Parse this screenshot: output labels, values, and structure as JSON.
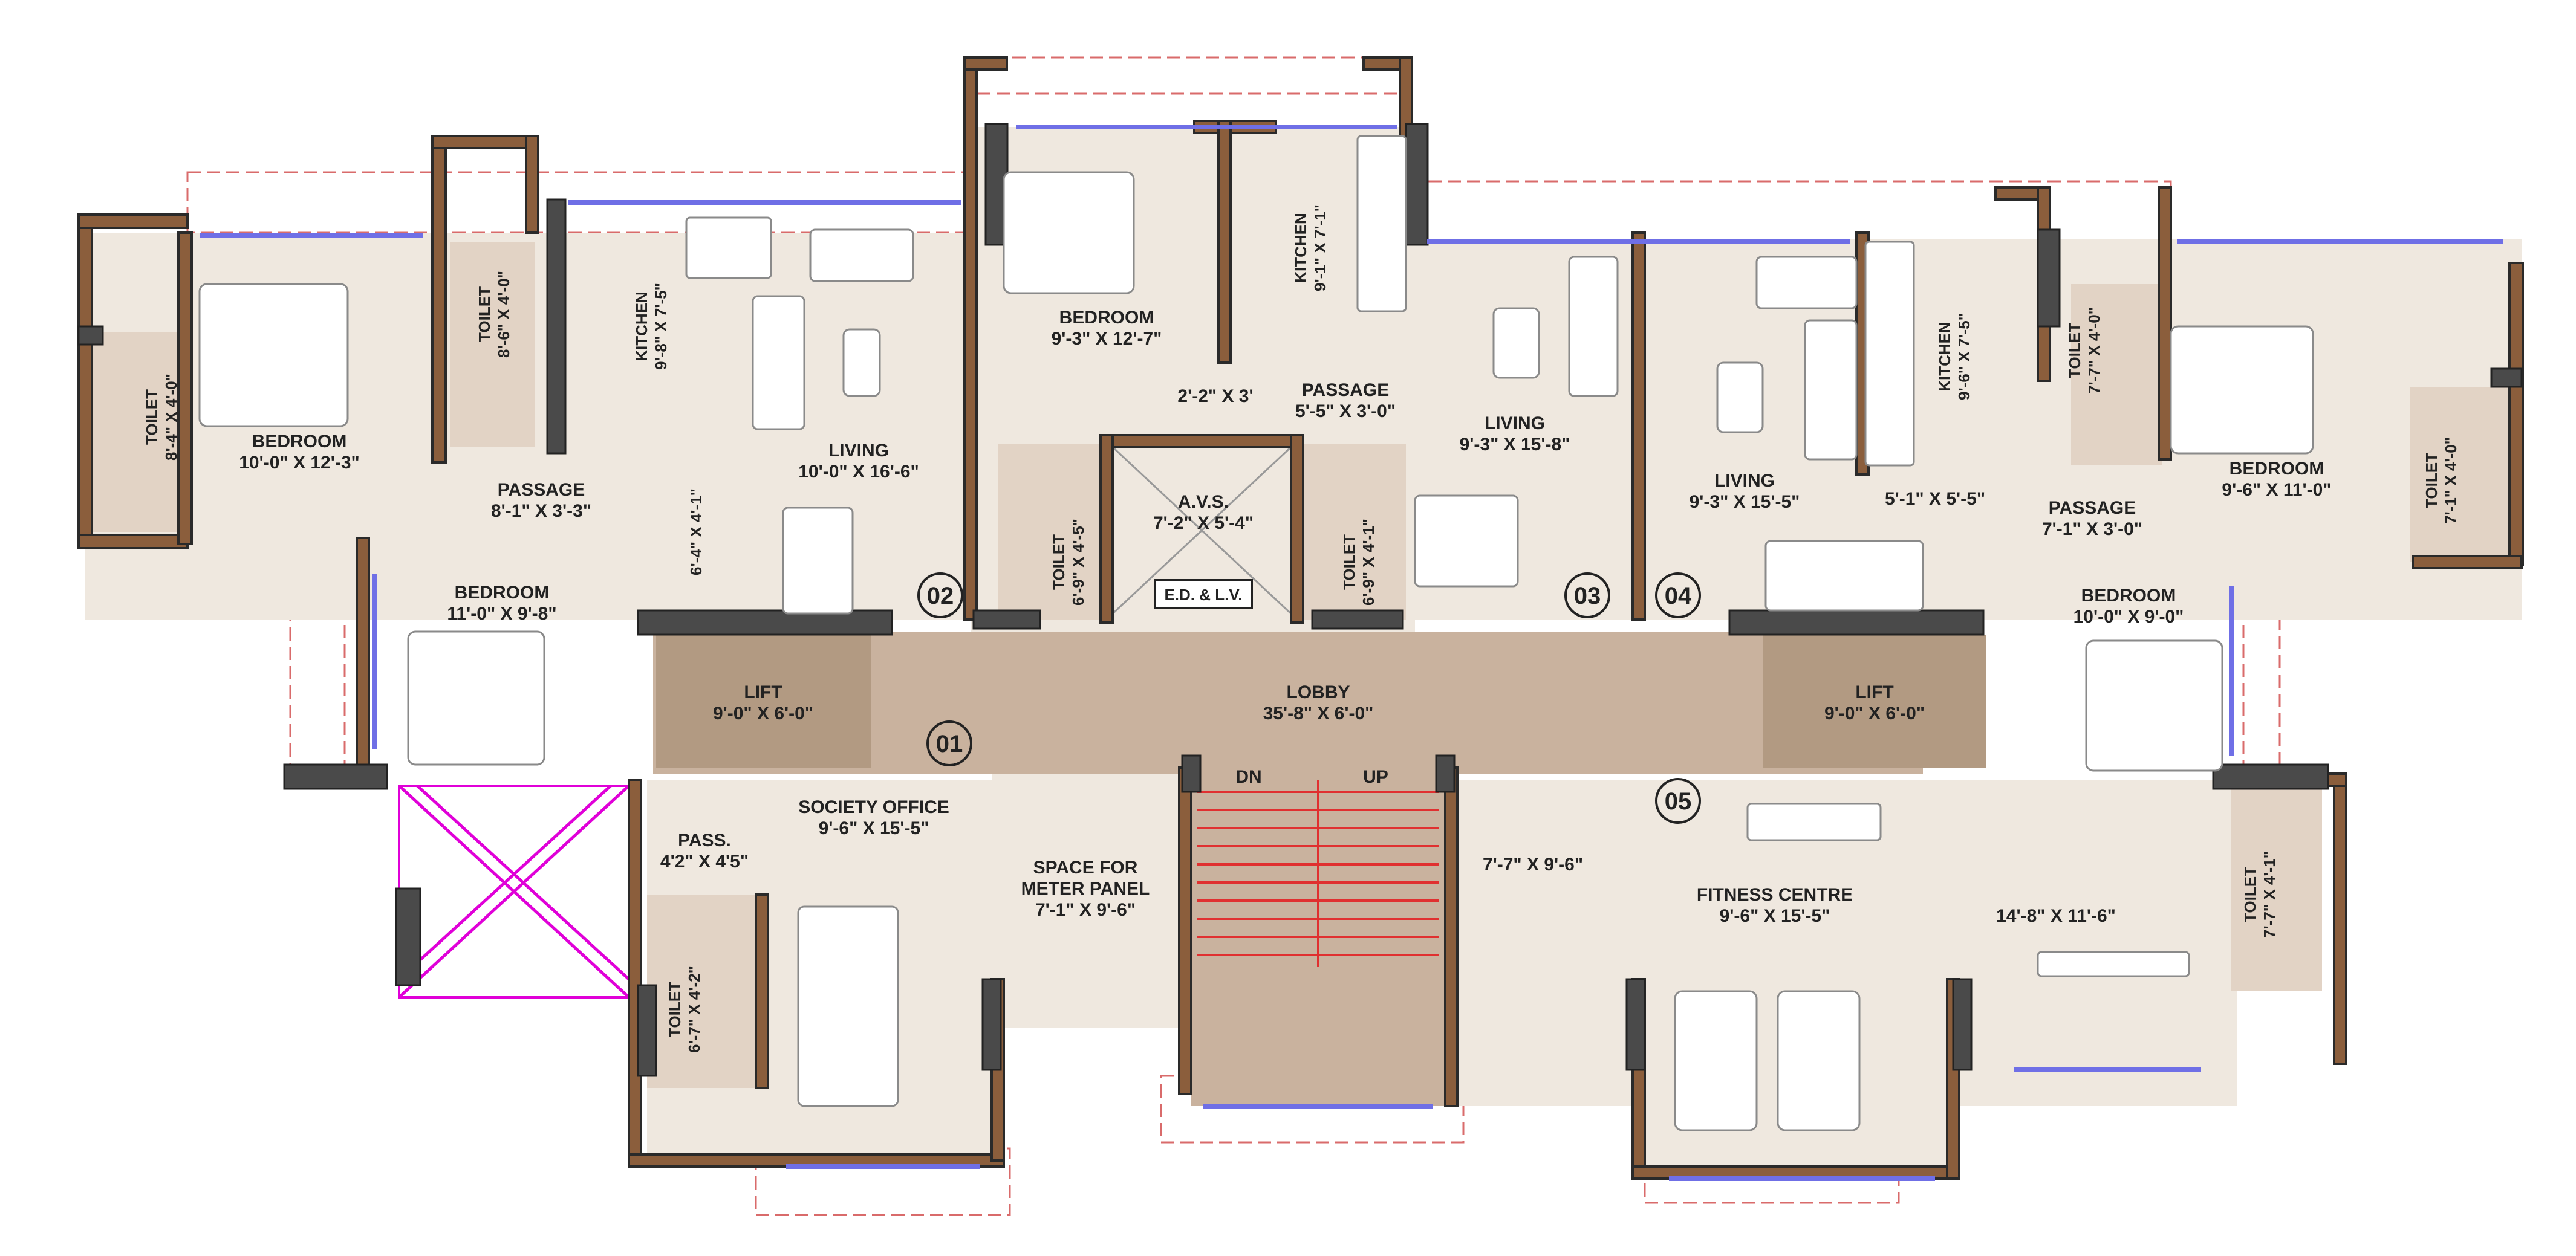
{
  "rooms": {
    "toilet_w": {
      "name": "TOILET",
      "dims": "8'-4\" X 4'-0\""
    },
    "bedroom_w": {
      "name": "BEDROOM",
      "dims": "10'-0\" X 12'-3\""
    },
    "toilet_w2": {
      "name": "TOILET",
      "dims": "8'-6\" X 4'-0\""
    },
    "kitchen_w": {
      "name": "KITCHEN",
      "dims": "9'-8\" X 7'-5\""
    },
    "passage_w": {
      "name": "PASSAGE",
      "dims": "8'-1\" X 3'-3\""
    },
    "passage_w_dim": "6'-4\" X 4'-1\"",
    "bedroom_sw": {
      "name": "BEDROOM",
      "dims": "11'-0\" X 9'-8\""
    },
    "living_w": {
      "name": "LIVING",
      "dims": "10'-0\" X 16'-6\""
    },
    "bedroom_n": {
      "name": "BEDROOM",
      "dims": "9'-3\" X 12'-7\""
    },
    "kitchen_n": {
      "name": "KITCHEN",
      "dims": "9'-1\" X 7'-1\""
    },
    "passage_n": {
      "name": "PASSAGE",
      "dims": "5'-5\" X 3'-0\""
    },
    "passage_n_dim": "2'-2\" X 3'",
    "avs": {
      "name": "A.V.S.",
      "dims": "7'-2\" X 5'-4\""
    },
    "ed_lv": "E.D. & L.V.",
    "toilet_n1": {
      "name": "TOILET",
      "dims": "6'-9\" X 4'-5\""
    },
    "toilet_n2": {
      "name": "TOILET",
      "dims": "6'-9\" X 4'-1\""
    },
    "living_n": {
      "name": "LIVING",
      "dims": "9'-3\" X 15'-8\""
    },
    "living_e": {
      "name": "LIVING",
      "dims": "9'-3\" X 15'-5\""
    },
    "kitchen_e": {
      "name": "KITCHEN",
      "dims": "9'-6\" X 7'-5\""
    },
    "toilet_e": {
      "name": "TOILET",
      "dims": "7'-7\" X 4'-0\""
    },
    "bedroom_e": {
      "name": "BEDROOM",
      "dims": "9'-6\" X 11'-0\""
    },
    "toilet_e2": {
      "name": "TOILET",
      "dims": "7'-1\" X 4'-0\""
    },
    "passage_e": {
      "name": "PASSAGE",
      "dims": "7'-1\" X 3'-0\""
    },
    "passage_e_dim": "5'-1\" X 5'-5\"",
    "bedroom_se": {
      "name": "BEDROOM",
      "dims": "10'-0\" X 9'-0\""
    },
    "lift_w": {
      "name": "LIFT",
      "dims": "9'-0\" X 6'-0\""
    },
    "lobby": {
      "name": "LOBBY",
      "dims": "35'-8\" X 6'-0\""
    },
    "lift_e": {
      "name": "LIFT",
      "dims": "9'-0\" X 6'-0\""
    },
    "pass": {
      "name": "PASS.",
      "dims": "4'2\" X 4'5\""
    },
    "society": {
      "name": "SOCIETY OFFICE",
      "dims": "9'-6\" X 15'-5\""
    },
    "toilet_s": {
      "name": "TOILET",
      "dims": "6'-7\" X 4'-2\""
    },
    "meter": {
      "line1": "SPACE FOR",
      "line2": "METER PANEL",
      "dims": "7'-1\" X 9'-6\""
    },
    "fitness": {
      "name": "FITNESS CENTRE",
      "dims": "9'-6\" X 15'-5\""
    },
    "fitness_dim1": "7'-7\" X 9'-6\"",
    "fitness_dim2": "14'-8\" X 11'-6\"",
    "toilet_se": {
      "name": "TOILET",
      "dims": "7'-7\" X 4'-1\""
    }
  },
  "stairs": {
    "down": "DN",
    "up": "UP"
  },
  "markers": [
    "01",
    "02",
    "03",
    "04",
    "05"
  ],
  "colors": {
    "wall": "#8b5e3c",
    "room": "#efe8df",
    "lobby": "#c9b29e",
    "window": "#6f6fe6",
    "balcony_mark": "#e000d8",
    "stair": "#e03030"
  }
}
